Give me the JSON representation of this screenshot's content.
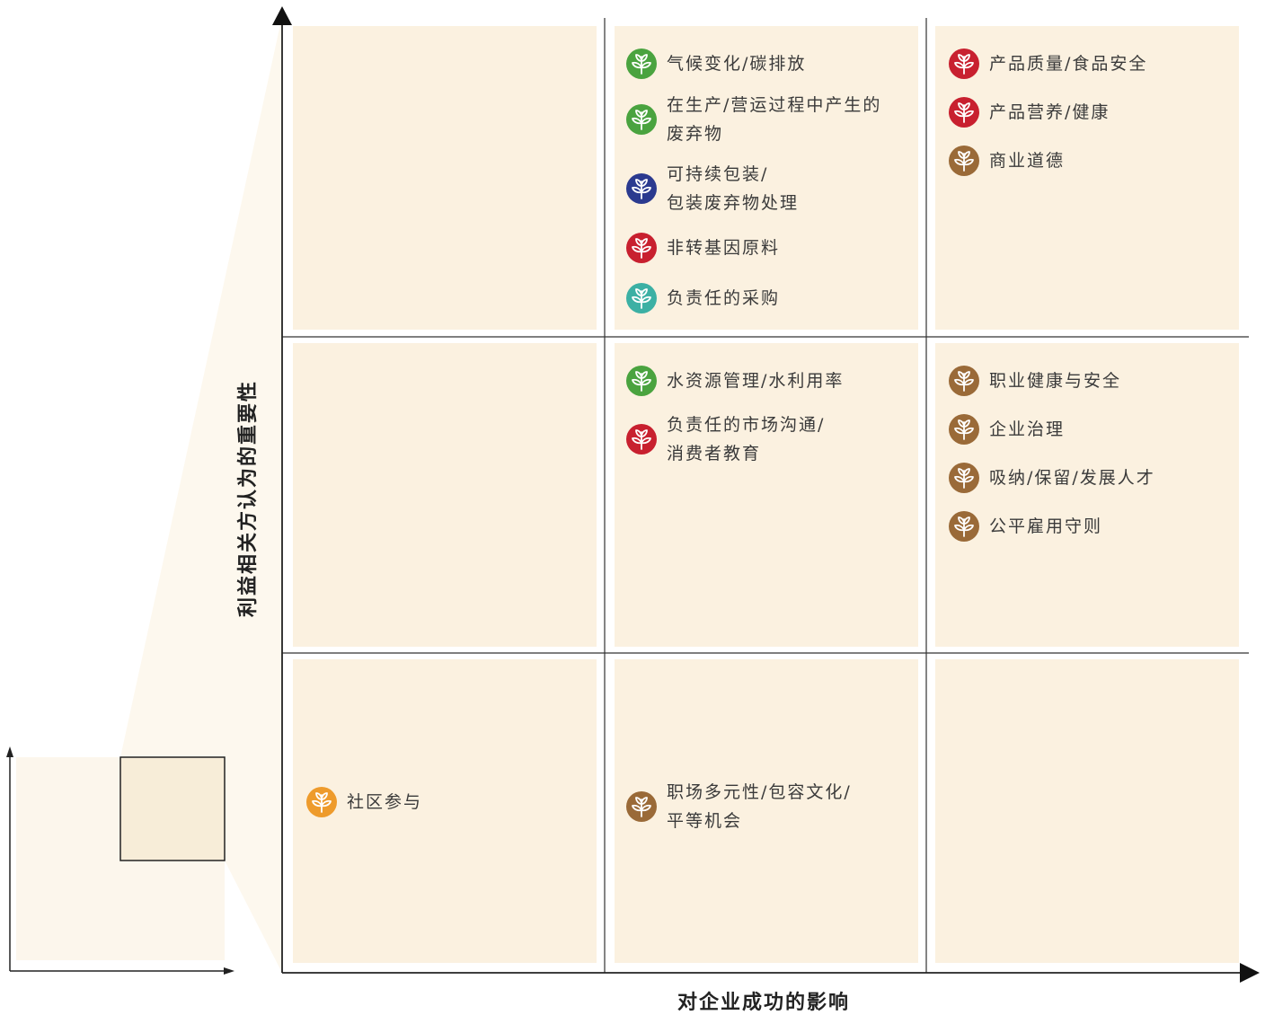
{
  "axes": {
    "x_label": "对企业成功的影响",
    "y_label": "利益相关方认为的重要性"
  },
  "legend_colors": {
    "green": "#4aa33f",
    "red": "#c8202f",
    "navy": "#2b3a8f",
    "teal": "#3cb0a4",
    "brown": "#9a6a38",
    "orange": "#ee9b2c"
  },
  "matrix": {
    "top_middle": [
      {
        "text": "气候变化/碳排放",
        "color": "green"
      },
      {
        "text": "在生产/营运过程中产生的\n废弃物",
        "color": "green"
      },
      {
        "text": "可持续包装/\n包装废弃物处理",
        "color": "navy"
      },
      {
        "text": "非转基因原料",
        "color": "red"
      },
      {
        "text": "负责任的采购",
        "color": "teal"
      }
    ],
    "top_right": [
      {
        "text": "产品质量/食品安全",
        "color": "red"
      },
      {
        "text": "产品营养/健康",
        "color": "red"
      },
      {
        "text": "商业道德",
        "color": "brown"
      }
    ],
    "middle_middle": [
      {
        "text": "水资源管理/水利用率",
        "color": "green"
      },
      {
        "text": "负责任的市场沟通/\n消费者教育",
        "color": "red"
      }
    ],
    "middle_right": [
      {
        "text": "职业健康与安全",
        "color": "brown"
      },
      {
        "text": "企业治理",
        "color": "brown"
      },
      {
        "text": "吸纳/保留/发展人才",
        "color": "brown"
      },
      {
        "text": "公平雇用守则",
        "color": "brown"
      }
    ],
    "bottom_left": [
      {
        "text": "社区参与",
        "color": "orange"
      }
    ],
    "bottom_middle": [
      {
        "text": "职场多元性/包容文化/\n平等机会",
        "color": "brown"
      }
    ]
  }
}
